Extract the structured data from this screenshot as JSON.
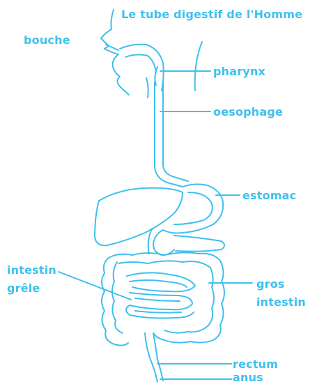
{
  "title": "Le tube digestif de l'Homme",
  "labels": {
    "bouche": "bouche",
    "pharynx": "pharynx",
    "oesophage": "oesophage",
    "estomac": "estomac",
    "intestin_grele_line1": "intestin",
    "intestin_grele_line2": "grêle",
    "gros_intestin_line1": "gros",
    "gros_intestin_line2": "intestin",
    "rectum": "rectum",
    "anus": "anus"
  },
  "colors": {
    "line": "#3ec0ee",
    "text": "#3ec0ee",
    "background": "#ffffff"
  }
}
